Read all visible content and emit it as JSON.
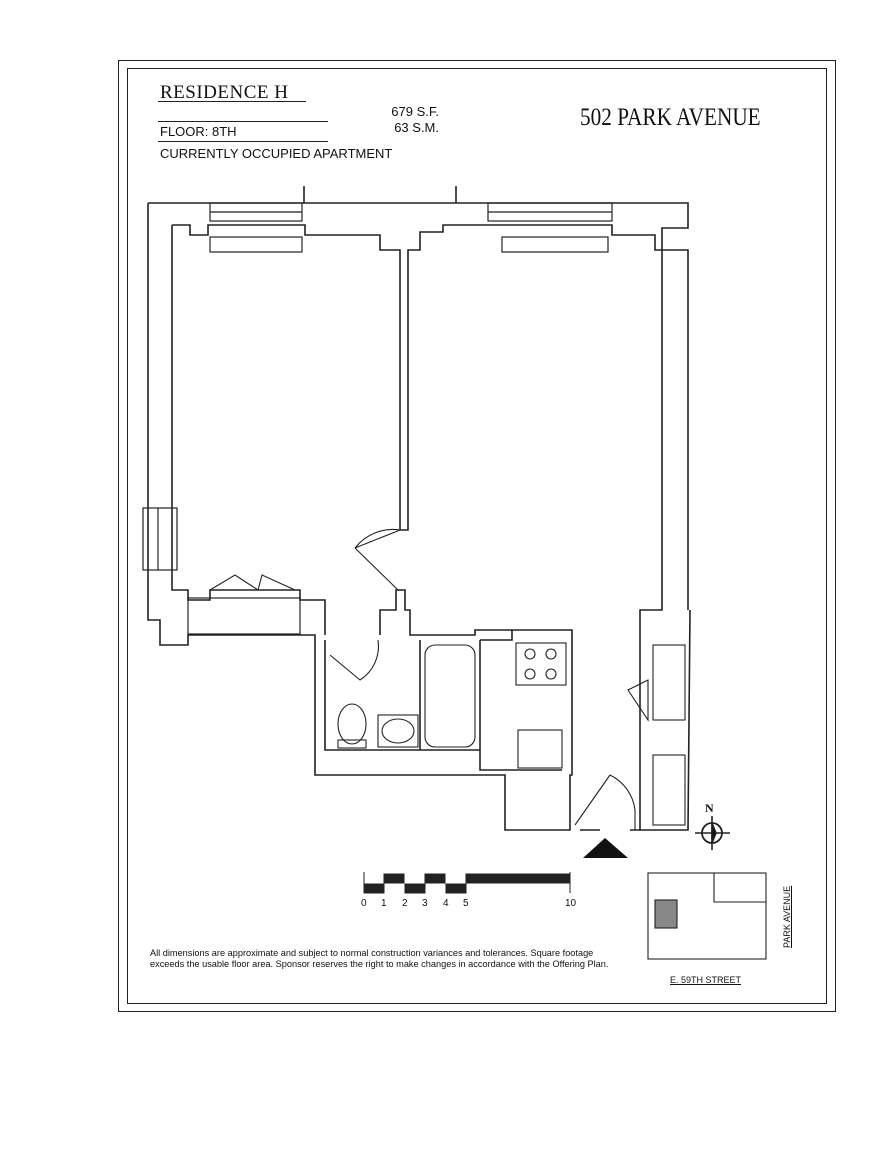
{
  "header": {
    "residence": "RESIDENCE H",
    "floor": "FLOOR: 8TH",
    "status": "CURRENTLY OCCUPIED APARTMENT",
    "area_sf": "679 S.F.",
    "area_sm": "63 S.M.",
    "address": "502 PARK AVENUE"
  },
  "compass": {
    "north_label": "N"
  },
  "scale": {
    "labels": [
      "0",
      "1",
      "2",
      "3",
      "4",
      "5",
      "10"
    ]
  },
  "disclaimer": "All dimensions are approximate and subject to normal construction variances and tolerances. Square footage exceeds the usable floor area. Sponsor reserves the right to make changes in accordance with the Offering Plan.",
  "key_map": {
    "street": "E. 59TH STREET",
    "avenue": "PARK AVENUE"
  }
}
